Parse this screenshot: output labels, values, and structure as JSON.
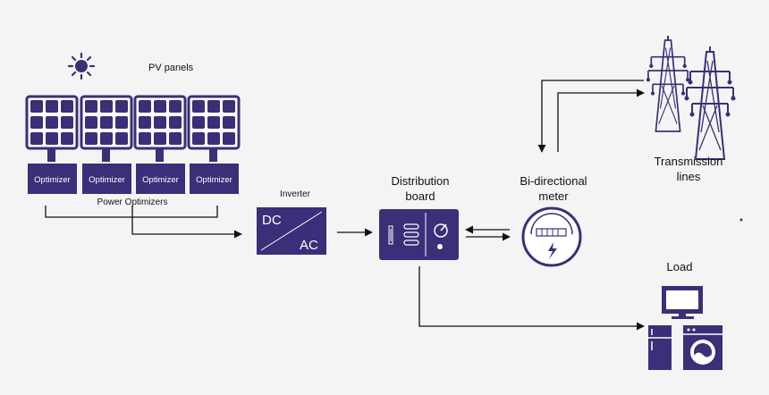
{
  "labels": {
    "pv_panels": "PV panels",
    "optimizer": "Optimizer",
    "power_optimizers": "Power Optimizers",
    "inverter": "Inverter",
    "dc": "DC",
    "ac": "AC",
    "distribution_board_line1": "Distribution",
    "distribution_board_line2": "board",
    "meter_line1": "Bi-directional",
    "meter_line2": "meter",
    "transmission_line1": "Transmission",
    "transmission_line2": "lines",
    "load": "Load"
  },
  "colors": {
    "primary": "#3a2f78",
    "line": "#111111",
    "background": "#f4f4f4",
    "text_on_primary": "#ffffff"
  },
  "icons": [
    "sun-icon",
    "solar-panel-icon",
    "optimizer-box",
    "inverter-box",
    "distribution-board-icon",
    "meter-icon",
    "transmission-tower-icon",
    "monitor-icon",
    "fridge-icon",
    "washing-machine-icon"
  ]
}
